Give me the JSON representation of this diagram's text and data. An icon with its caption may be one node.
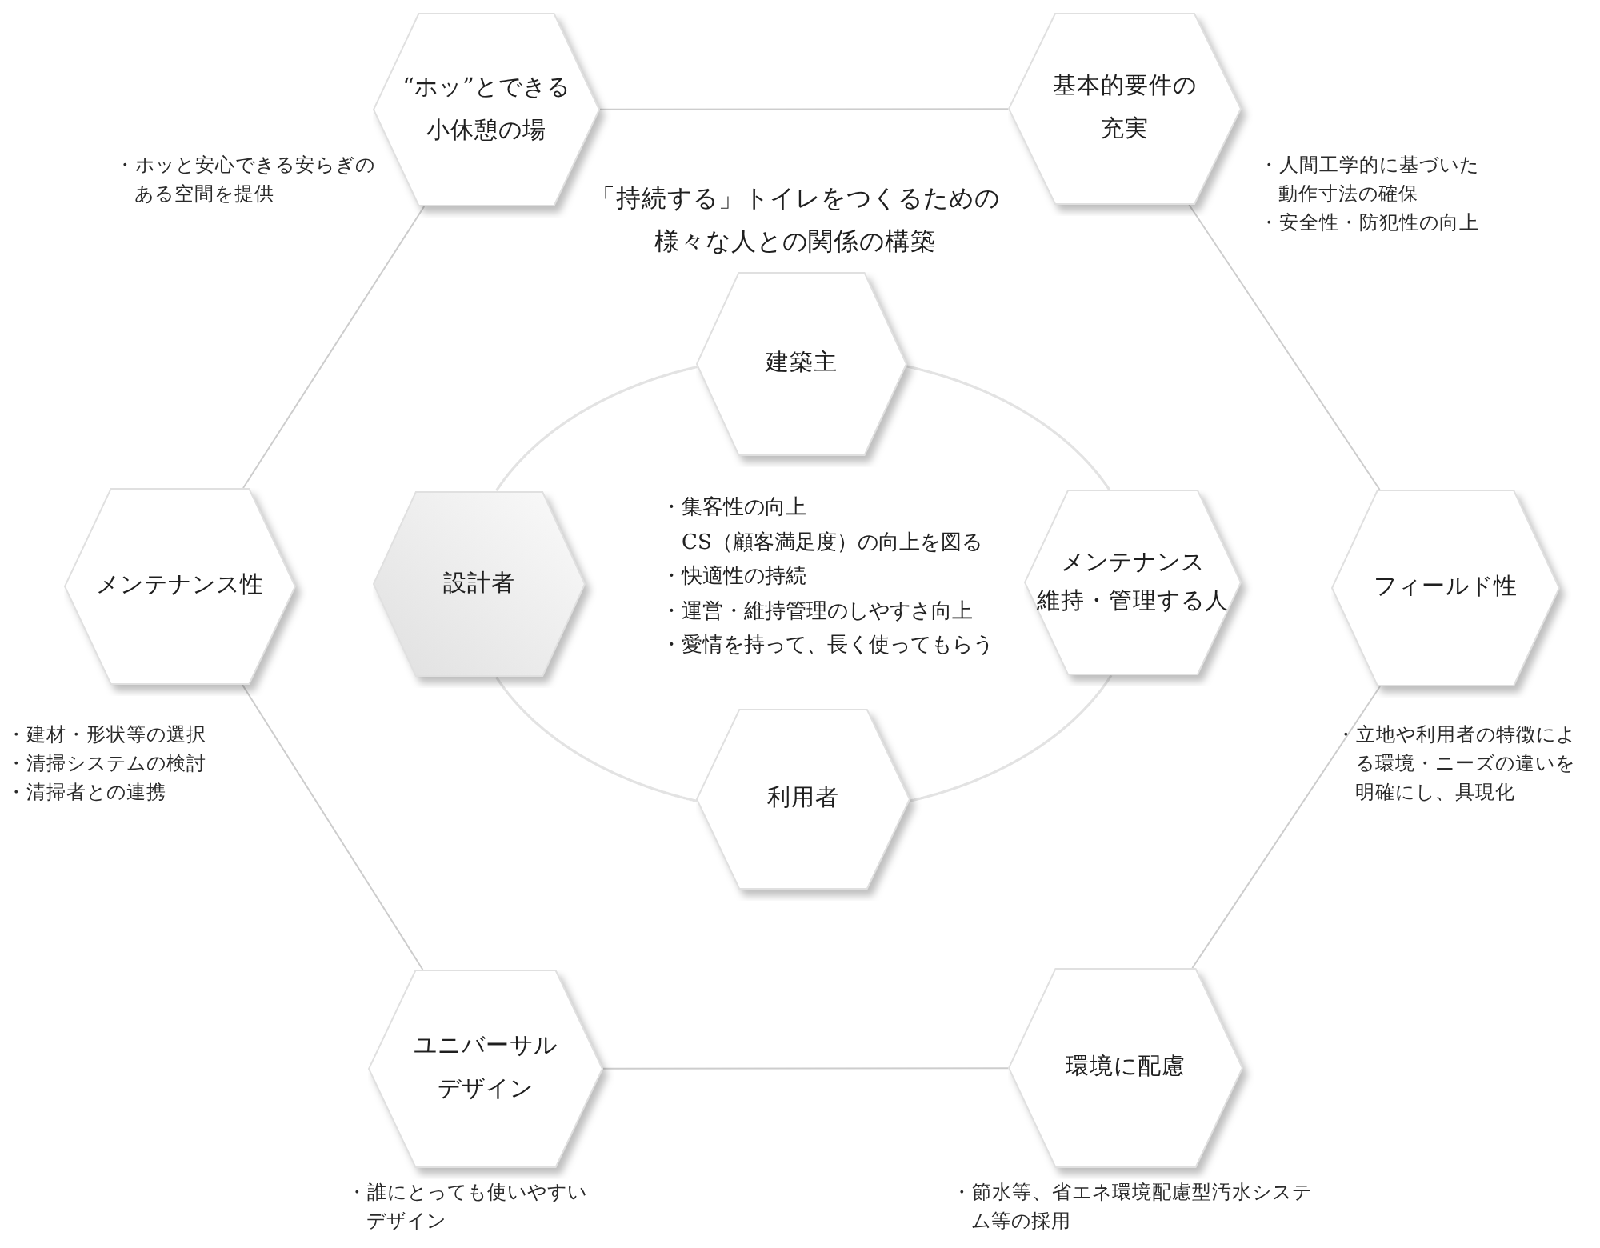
{
  "diagram": {
    "title": "「持続する」トイレをつくるための様々な人との関係の構築",
    "nodes": [
      {
        "text": [
          "“ホッ”とできる小休憩の場"
        ],
        "beside": [
          "・ホッと安心できる安らぎのある空間を提供"
        ]
      },
      {
        "text": [
          "基本的要件の充実"
        ],
        "beside": [
          "・人間工学的に基づいた動作寸法の確保",
          "・安全性・防犯性の向上"
        ]
      },
      {
        "text": [
          "建築主"
        ]
      },
      {
        "text": [
          "メンテナンス性"
        ],
        "beside": [
          "・建材・形状等の選択",
          "・清掃システムの検討",
          "・清掃者との連携"
        ]
      },
      {
        "text": [
          "設計者"
        ]
      },
      {
        "text": [
          "メンテナンス",
          "維持・管理する人"
        ]
      },
      {
        "text": [
          "フィールド性"
        ],
        "beside": [
          "・立地や利用者の特徴による環境・ニーズの違いを明確にし、具現化"
        ]
      },
      {
        "text": [
          "利用者"
        ]
      },
      {
        "text": [
          "ユニバーサルデザイン"
        ],
        "beside": [
          "・誰にとっても使いやすいデザイン"
        ]
      },
      {
        "text": [
          "環境に配慮"
        ],
        "beside": [
          "・節水等、省エネ環境配慮型汚水システム等の採用"
        ]
      }
    ],
    "edges": [
      {
        "from": 0,
        "to": 1,
        "arrow": "none"
      },
      {
        "from": 1,
        "to": 6,
        "arrow": "none"
      },
      {
        "from": 6,
        "to": 9,
        "arrow": "none"
      },
      {
        "from": 9,
        "to": 8,
        "arrow": "none"
      },
      {
        "from": 8,
        "to": 3,
        "arrow": "none"
      },
      {
        "from": 3,
        "to": 0,
        "arrow": "none"
      },
      {
        "from": 2,
        "to": 5,
        "arrow": "none"
      },
      {
        "from": 5,
        "to": 7,
        "arrow": "none"
      },
      {
        "from": 7,
        "to": 4,
        "arrow": "none"
      },
      {
        "from": 4,
        "to": 2,
        "arrow": "none"
      }
    ],
    "labels": [
      "・集客性の向上",
      "CS（顧客満足度）の向上を図る",
      "・快適性の持続",
      "・運営・維持管理のしやすさ向上",
      "・愛情を持って、長く使ってもらう"
    ]
  }
}
